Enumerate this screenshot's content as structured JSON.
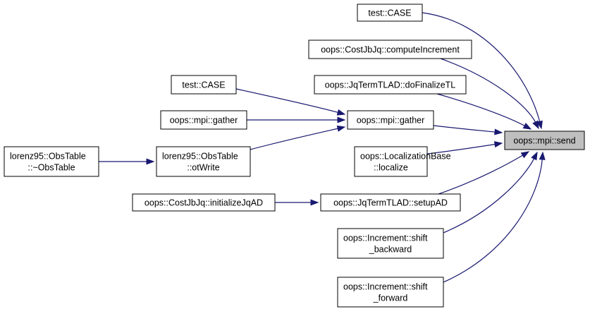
{
  "colors": {
    "edge": "#191970",
    "node_fill": "#ffffff",
    "focus_fill": "#bfbfbf",
    "border": "#000000"
  },
  "nodes": {
    "mpi_send": {
      "lines": [
        "oops::mpi::send"
      ]
    },
    "test_case_1": {
      "lines": [
        "test::CASE"
      ]
    },
    "compute_increment": {
      "lines": [
        "oops::CostJbJq::computeIncrement"
      ]
    },
    "do_finalize_tl": {
      "lines": [
        "oops::JqTermTLAD::doFinalizeTL"
      ]
    },
    "mpi_gather_main": {
      "lines": [
        "oops::mpi::gather"
      ]
    },
    "localize": {
      "lines": [
        "oops::LocalizationBase",
        "::localize"
      ]
    },
    "setup_ad": {
      "lines": [
        "oops::JqTermTLAD::setupAD"
      ]
    },
    "shift_backward": {
      "lines": [
        "oops::Increment::shift",
        "_backward"
      ]
    },
    "shift_forward": {
      "lines": [
        "oops::Increment::shift",
        "_forward"
      ]
    },
    "test_case_2": {
      "lines": [
        "test::CASE"
      ]
    },
    "mpi_gather_left": {
      "lines": [
        "oops::mpi::gather"
      ]
    },
    "ot_write": {
      "lines": [
        "lorenz95::ObsTable",
        "::otWrite"
      ]
    },
    "initialize_jq_ad": {
      "lines": [
        "oops::CostJbJq::initializeJqAD"
      ]
    },
    "obs_table_dtor": {
      "lines": [
        "lorenz95::ObsTable",
        "::~ObsTable"
      ]
    }
  },
  "edges": [
    {
      "from": "test_case_1",
      "to": "mpi_send"
    },
    {
      "from": "compute_increment",
      "to": "mpi_send"
    },
    {
      "from": "do_finalize_tl",
      "to": "mpi_send"
    },
    {
      "from": "mpi_gather_main",
      "to": "mpi_send"
    },
    {
      "from": "localize",
      "to": "mpi_send"
    },
    {
      "from": "setup_ad",
      "to": "mpi_send"
    },
    {
      "from": "shift_backward",
      "to": "mpi_send"
    },
    {
      "from": "shift_forward",
      "to": "mpi_send"
    },
    {
      "from": "test_case_2",
      "to": "mpi_gather_main"
    },
    {
      "from": "mpi_gather_left",
      "to": "mpi_gather_main"
    },
    {
      "from": "ot_write",
      "to": "mpi_gather_main"
    },
    {
      "from": "obs_table_dtor",
      "to": "ot_write"
    },
    {
      "from": "initialize_jq_ad",
      "to": "setup_ad"
    }
  ]
}
